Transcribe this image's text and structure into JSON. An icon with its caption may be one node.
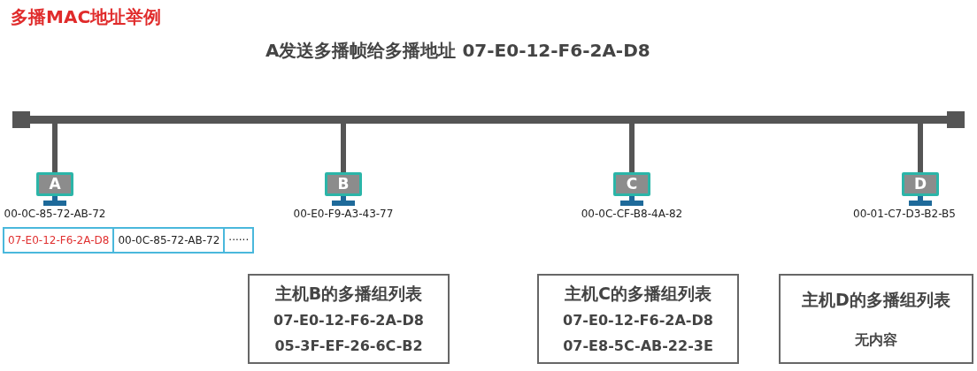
{
  "diagram": {
    "title": "多播MAC地址举例",
    "nodes": [
      {
        "text": [],
        "shape": "bar"
      },
      {
        "text": [
          "A"
        ],
        "beside": [
          "00-0C-85-72-AB-72"
        ]
      },
      {
        "text": [
          "B"
        ],
        "beside": [
          "00-E0-F9-A3-43-77"
        ]
      },
      {
        "text": [
          "C"
        ],
        "beside": [
          "00-0C-CF-B8-4A-82"
        ]
      },
      {
        "text": [
          "D"
        ],
        "beside": [
          "00-01-C7-D3-B2-B5"
        ]
      },
      {
        "text": [
          "主机B的多播组列表",
          "07-E0-12-F6-2A-D8",
          "05-3F-EF-26-6C-B2"
        ]
      },
      {
        "text": [
          "主机C的多播组列表",
          "07-E0-12-F6-2A-D8",
          "07-E8-5C-AB-22-3E"
        ]
      },
      {
        "text": [
          "主机D的多播组列表",
          "无内容"
        ]
      }
    ],
    "edges": [
      {
        "from": 0,
        "to": 1,
        "arrow": "none"
      },
      {
        "from": 0,
        "to": 2,
        "arrow": "none"
      },
      {
        "from": 0,
        "to": 3,
        "arrow": "none"
      },
      {
        "from": 0,
        "to": 4,
        "arrow": "none"
      }
    ],
    "labels": [
      "A发送多播帧给多播地址 07-E0-12-F6-2A-D8",
      "07-E0-12-F6-2A-D8",
      "00-0C-85-72-AB-72",
      "······"
    ]
  }
}
